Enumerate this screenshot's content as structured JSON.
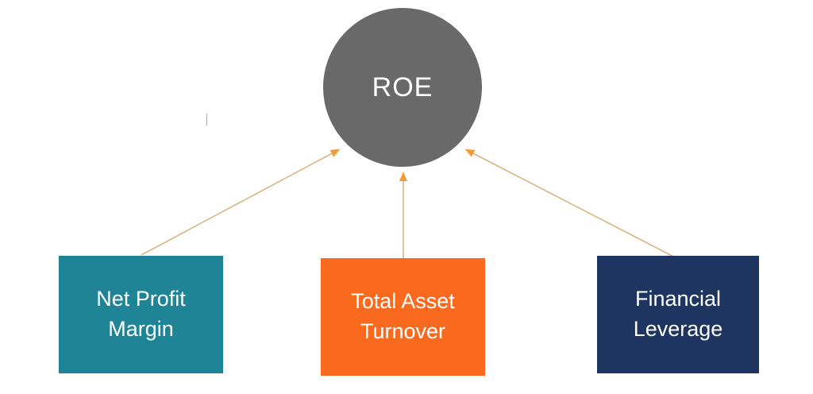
{
  "diagram": {
    "root": {
      "label": "ROE"
    },
    "factors": [
      {
        "id": "net-profit-margin",
        "label": "Net Profit Margin",
        "color": "#1F8596"
      },
      {
        "id": "total-asset-turnover",
        "label": "Total Asset Turnover",
        "color": "#F96A1F"
      },
      {
        "id": "financial-leverage",
        "label": "Financial Leverage",
        "color": "#1D3560"
      }
    ],
    "connections": [
      {
        "from": "Net Profit Margin",
        "to": "ROE"
      },
      {
        "from": "Total Asset Turnover",
        "to": "ROE"
      },
      {
        "from": "Financial Leverage",
        "to": "ROE"
      }
    ],
    "colors": {
      "roe_circle": "#696969",
      "arrow_line": "#D9B582",
      "arrow_head": "#F29C38",
      "label_text": "#FFFFFF",
      "background": "#FFFFFF"
    }
  }
}
